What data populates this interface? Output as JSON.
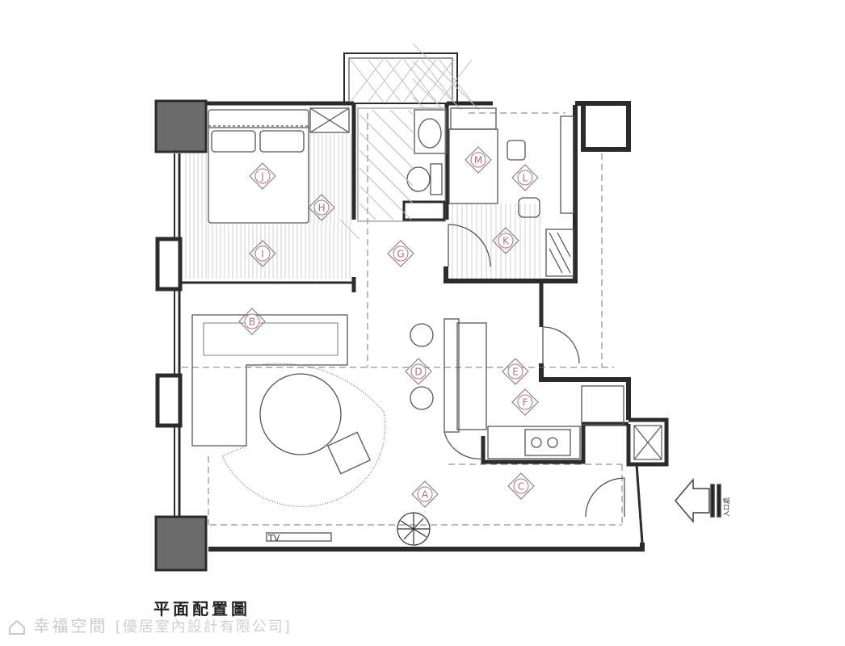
{
  "title": "平面配置圖",
  "watermark": {
    "brand": "幸福空間",
    "company": "[優居室內設計有限公司]"
  },
  "markers": [
    {
      "id": "A",
      "label": "A"
    },
    {
      "id": "B",
      "label": "B"
    },
    {
      "id": "C",
      "label": "C"
    },
    {
      "id": "D",
      "label": "D"
    },
    {
      "id": "E",
      "label": "E"
    },
    {
      "id": "F",
      "label": "F"
    },
    {
      "id": "G",
      "label": "G"
    },
    {
      "id": "H",
      "label": "H"
    },
    {
      "id": "I",
      "label": "I"
    },
    {
      "id": "J",
      "label": "J"
    },
    {
      "id": "K",
      "label": "K"
    },
    {
      "id": "L",
      "label": "L"
    },
    {
      "id": "M",
      "label": "M"
    }
  ],
  "tv_label": "TV",
  "entrance_label": "入口處",
  "colors": {
    "wall": "#2b2b2b",
    "column": "#6b6b6b",
    "line": "#555555",
    "marker": "#b0707a",
    "watermark": "#c9c9c9"
  }
}
